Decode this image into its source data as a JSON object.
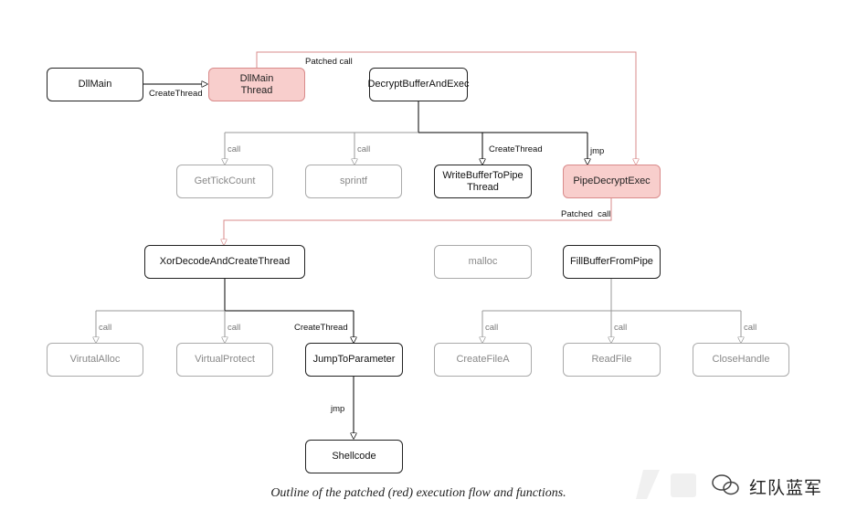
{
  "diagram": {
    "nodes": {
      "dllmain": "DllMain",
      "dllmain_thread": "DllMain\nThread",
      "decrypt_buffer_and_exec": "DecryptBufferAndExec",
      "get_tick_count": "GetTickCount",
      "sprintf": "sprintf",
      "write_buffer_to_pipe_thread": "WriteBufferToPipe\nThread",
      "pipe_decrypt_exec": "PipeDecryptExec",
      "xor_decode_and_create_thread": "XorDecodeAndCreateThread",
      "malloc": "malloc",
      "fill_buffer_from_pipe": "FillBufferFromPipe",
      "virtual_alloc": "VirutalAlloc",
      "virtual_protect": "VirtualProtect",
      "jump_to_parameter": "JumpToParameter",
      "create_file_a": "CreateFileA",
      "read_file": "ReadFile",
      "close_handle": "CloseHandle",
      "shellcode": "Shellcode"
    },
    "edge_labels": {
      "create_thread_dllmain": "CreateThread",
      "patched_call_top": "Patched call",
      "call_gettickcount": "call",
      "call_sprintf": "call",
      "create_thread_writebuffer": "CreateThread",
      "jmp_pipedecrypt": "jmp",
      "patched_call_xor": "Patched  call",
      "call_virtualalloc": "call",
      "call_virtualprotect": "call",
      "create_thread_jump": "CreateThread",
      "call_createfilea": "call",
      "call_readfile": "call",
      "call_closehandle": "call",
      "jmp_shellcode": "jmp"
    },
    "colors": {
      "patched_fill": "#f8cecc",
      "patched_line": "#d98b8b",
      "active_line": "#000000",
      "faded_line": "#999999"
    }
  },
  "caption": "Outline of the patched (red) execution flow and functions.",
  "watermark": {
    "text": "红队蓝军",
    "logo_icon": "wechat-logo-icon"
  }
}
